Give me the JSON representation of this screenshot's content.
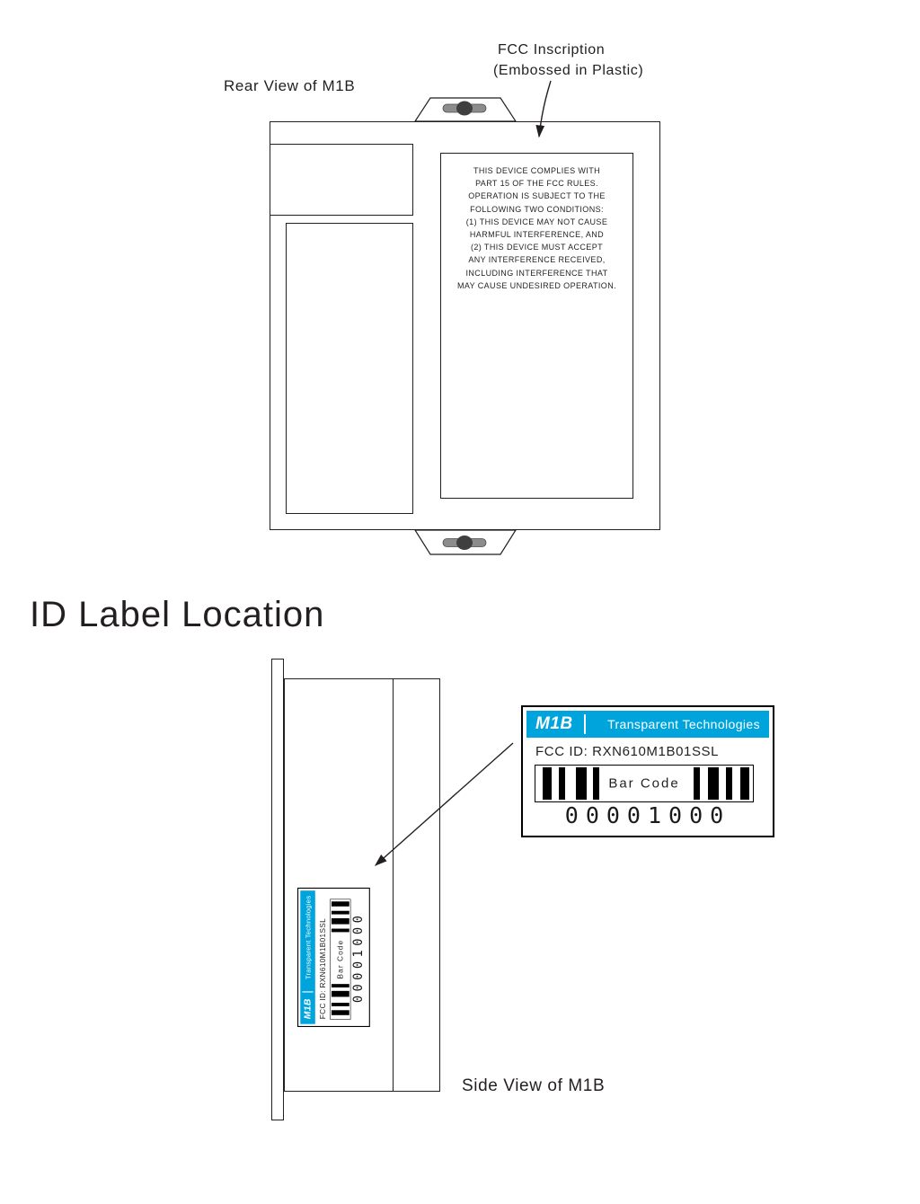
{
  "colors": {
    "label_blue": "#00A4DD",
    "line": "#231f20"
  },
  "rear_view": {
    "caption": "Rear View of M1B",
    "annotation": {
      "line1": "FCC Inscription",
      "line2": "(Embossed in Plastic)"
    },
    "fcc_text_lines": [
      "THIS DEVICE COMPLIES WITH",
      "PART 15 OF THE FCC RULES.",
      "OPERATION IS SUBJECT TO THE",
      "FOLLOWING TWO  CONDITIONS:",
      "(1) THIS DEVICE MAY NOT CAUSE",
      "HARMFUL INTERFERENCE, AND",
      "(2) THIS DEVICE MUST ACCEPT",
      "ANY INTERFERENCE RECEIVED,",
      "INCLUDING INTERFERENCE THAT",
      "MAY CAUSE UNDESIRED OPERATION."
    ]
  },
  "heading": "ID Label Location",
  "id_label": {
    "model": "M1B",
    "company": "Transparent Technologies",
    "fcc_id": "FCC ID: RXN610M1B01SSL",
    "barcode_text": "Bar Code",
    "serial": "00001000"
  },
  "side_view": {
    "caption": "Side View of M1B"
  }
}
